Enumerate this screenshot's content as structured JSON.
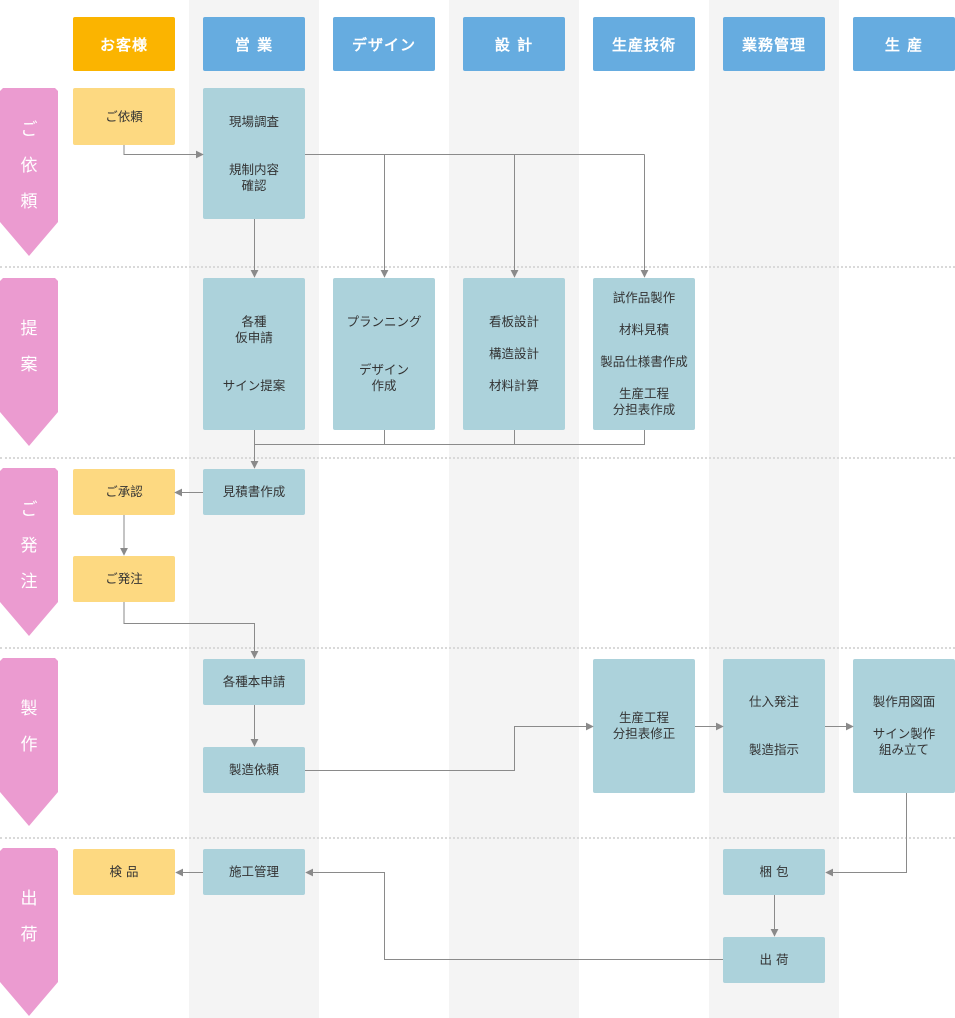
{
  "lanes": {
    "customer": "お客様",
    "sales": "営 業",
    "design": "デザイン",
    "engineering": "設 計",
    "production_engineering": "生産技術",
    "operations": "業務管理",
    "production": "生 産"
  },
  "phases": {
    "request": "ご\n依\n頼",
    "proposal": "提\n案",
    "order": "ご\n発\n注",
    "manufacturing": "製\n作",
    "shipping": "出\n荷"
  },
  "tasks": {
    "request": "ご依頼",
    "survey": "現場調査\n\n\n規制内容\n確認",
    "permits": "各種\n仮申請\n\n\nサイン提案",
    "planning": "プランニング\n\n\nデザイン\n作成",
    "sign_design": "看板設計\n\n構造設計\n\n材料計算",
    "prototype": "試作品製作\n\n材料見積\n\n製品仕様書作成\n\n生産工程\n分担表作成",
    "quote": "見積書作成",
    "approval": "ご承認",
    "order": "ご発注",
    "main_permits": "各種本申請",
    "mfg_request": "製造依頼",
    "process_revision": "生産工程\n分担表修正",
    "purchasing": "仕入発注\n\n\n製造指示",
    "drawings": "製作用図面\n\nサイン製作\n組み立て",
    "installation": "施工管理",
    "inspection": "検 品",
    "packing": "梱 包",
    "shipment": "出 荷"
  },
  "colors": {
    "customer_header": "#fbb400",
    "lane_header": "#66ace0",
    "customer_task": "#fdd981",
    "task": "#acd2db",
    "phase": "#eb9bd0",
    "connector": "#8a8a8a"
  }
}
